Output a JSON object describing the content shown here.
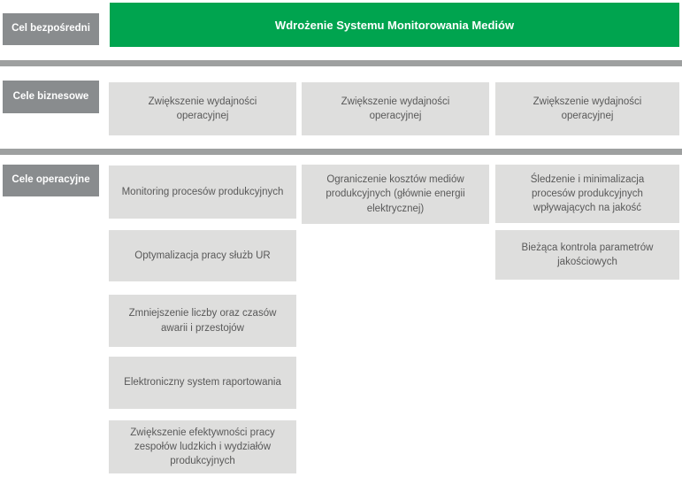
{
  "colors": {
    "green": "#00A44F",
    "label_gray": "#898C8E",
    "box_gray": "#DEDEDD",
    "divider_gray": "#9EA0A0",
    "box_text": "#595959",
    "label_text": "#ffffff",
    "banner_text": "#ffffff"
  },
  "direct_goal": {
    "label": "Cel bezpośredni",
    "banner": "Wdrożenie Systemu Monitorowania Mediów"
  },
  "business_goals": {
    "label": "Cele biznesowe",
    "items": [
      "Zwiększenie wydajności operacyjnej",
      "Zwiększenie wydajności operacyjnej",
      "Zwiększenie wydajności operacyjnej"
    ]
  },
  "operational_goals": {
    "label": "Cele operacyjne",
    "columns": [
      {
        "items": [
          "Monitoring procesów produkcyjnych",
          "Optymalizacja pracy służb UR",
          "Zmniejszenie liczby oraz czasów awarii i przestojów",
          "Elektroniczny system raportowania",
          "Zwiększenie efektywności pracy zespołów ludzkich i wydziałów produkcyjnych"
        ]
      },
      {
        "items": [
          "Ograniczenie kosztów mediów produkcyjnych (głównie energii elektrycznej)"
        ]
      },
      {
        "items": [
          "Śledzenie i minimalizacja procesów produkcyjnych wpływających na jakość",
          "Bieżąca kontrola parametrów jakościowych"
        ]
      }
    ]
  }
}
